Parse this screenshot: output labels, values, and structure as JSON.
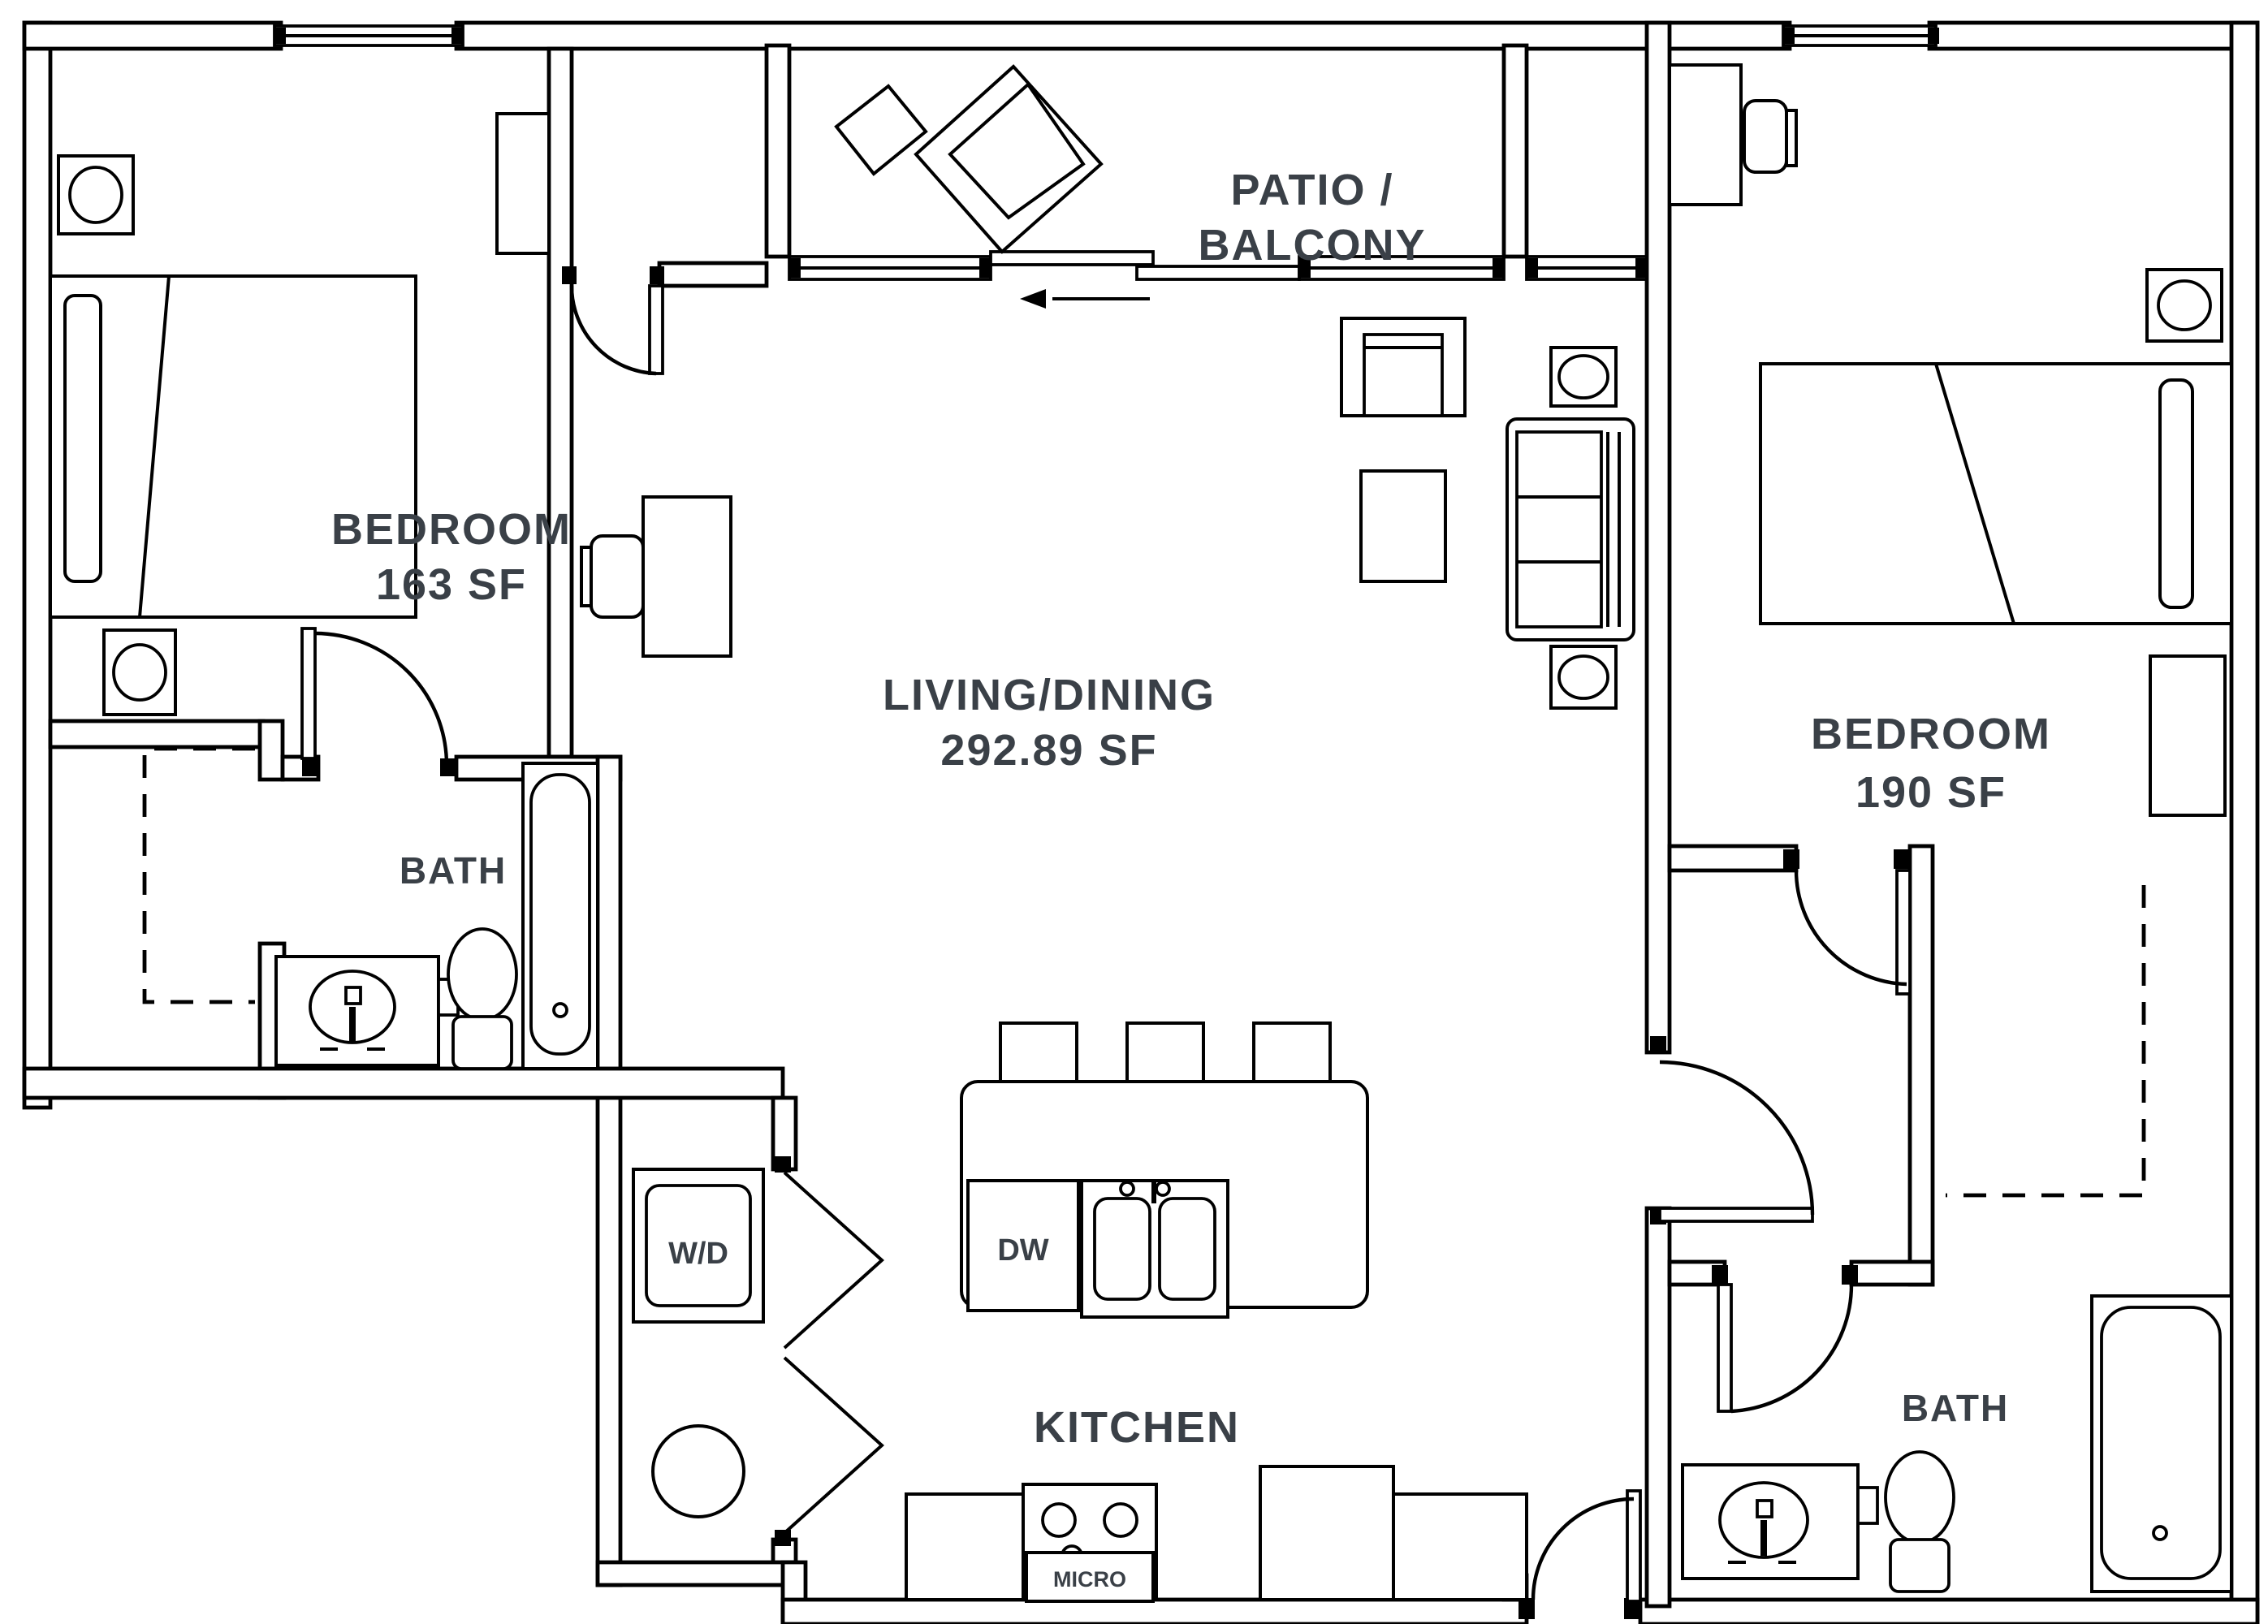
{
  "plan": {
    "type": "apartment-floor-plan",
    "rooms": {
      "bedroom1": {
        "name": "BEDROOM",
        "area": "163 SF"
      },
      "bedroom2": {
        "name": "BEDROOM",
        "area": "190 SF"
      },
      "living": {
        "name": "LIVING/DINING",
        "area": "292.89 SF"
      },
      "patio": {
        "line1": "PATIO /",
        "line2": "BALCONY"
      },
      "bath1": {
        "name": "BATH"
      },
      "bath2": {
        "name": "BATH"
      },
      "kitchen": {
        "name": "KITCHEN"
      }
    },
    "appliances": {
      "washer_dryer": "W/D",
      "dishwasher": "DW",
      "microwave": "MICRO"
    },
    "colors": {
      "line": "#000000",
      "label": "#3a4047",
      "background": "#ffffff"
    }
  }
}
